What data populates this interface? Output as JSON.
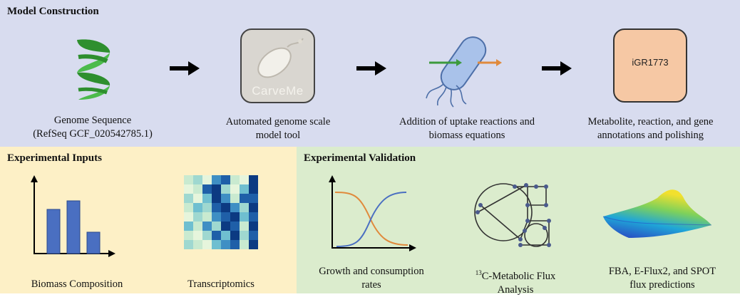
{
  "model_construction": {
    "title": "Model Construction",
    "steps": [
      {
        "caption_lines": [
          "Genome Sequence",
          "(RefSeq GCF_020542785.1)"
        ],
        "icon": "dna-helix-icon"
      },
      {
        "caption_lines": [
          "Automated genome scale",
          "model tool"
        ],
        "icon": "carveme-logo-icon",
        "logo_text": "CarveMe"
      },
      {
        "caption_lines": [
          "Addition of uptake reactions and",
          "biomass equations"
        ],
        "icon": "bacterium-icon"
      },
      {
        "caption_lines": [
          "Metabolite, reaction, and gene",
          "annotations and polishing"
        ],
        "icon": "model-box-icon",
        "box_label": "iGR1773"
      }
    ]
  },
  "experimental_inputs": {
    "title": "Experimental Inputs",
    "items": [
      {
        "caption": "Biomass Composition",
        "icon": "bar-chart-icon",
        "bar_levels": [
          0.62,
          0.74,
          0.3
        ]
      },
      {
        "caption": "Transcriptomics",
        "icon": "heatmap-icon"
      }
    ]
  },
  "experimental_validation": {
    "title": "Experimental Validation",
    "items": [
      {
        "caption_lines": [
          "Growth and consumption",
          "rates"
        ],
        "icon": "growth-curves-icon"
      },
      {
        "caption_lines": [
          "C-Metabolic Flux",
          "Analysis"
        ],
        "superscript": "13",
        "icon": "metabolic-network-icon"
      },
      {
        "caption_lines": [
          "FBA, E-Flux2, and SPOT",
          "flux predictions"
        ],
        "icon": "flux-surface-icon"
      }
    ]
  },
  "colors": {
    "top_background": "#d8dcef",
    "inputs_background": "#fdf0c6",
    "validation_background": "#dbeccd",
    "helix_green": "#3aa53a",
    "bacterium_fill": "#a9c2ea",
    "model_box_fill": "#f6c8a4",
    "bar_fill": "#4a6fc1",
    "curve_orange": "#e08a3c",
    "curve_blue": "#4a6fc1"
  }
}
